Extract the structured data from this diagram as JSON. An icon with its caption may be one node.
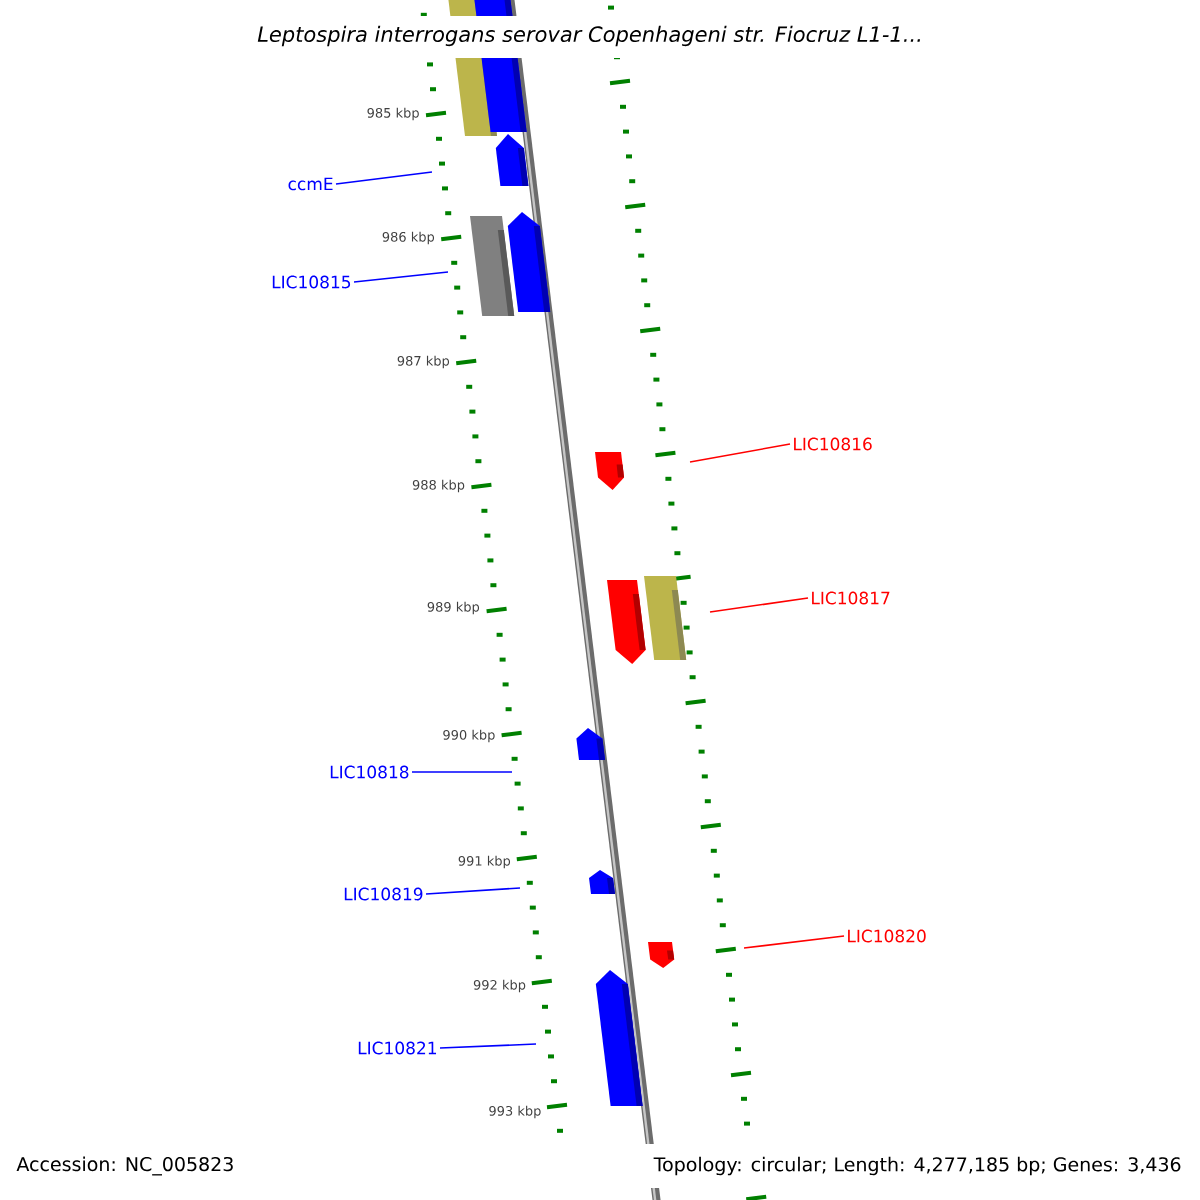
{
  "diagram": {
    "title": "*Leptospira interrogans* serovar Copenhageni str. Fiocruz L1-1...",
    "nodes": [
      {
        "text": [
          "ccmE"
        ]
      },
      {
        "text": [
          "LIC10815"
        ]
      },
      {
        "text": [
          "LIC10816"
        ]
      },
      {
        "text": [
          "LIC10817"
        ]
      },
      {
        "text": [
          "LIC10818"
        ]
      },
      {
        "text": [
          "LIC10819"
        ]
      },
      {
        "text": [
          "LIC10820"
        ]
      },
      {
        "text": [
          "LIC10821"
        ]
      }
    ],
    "edges": [
      {
        "from": 0,
        "to": null,
        "arrow": "none"
      },
      {
        "from": 1,
        "to": null,
        "arrow": "none"
      },
      {
        "from": 2,
        "to": null,
        "arrow": "none",
        "color": "#ff0000"
      },
      {
        "from": 3,
        "to": null,
        "arrow": "none",
        "color": "#ff0000"
      },
      {
        "from": 4,
        "to": null,
        "arrow": "none"
      },
      {
        "from": 5,
        "to": null,
        "arrow": "none"
      },
      {
        "from": 6,
        "to": null,
        "arrow": "none",
        "color": "#ff0000"
      },
      {
        "from": 7,
        "to": null,
        "arrow": "none"
      }
    ],
    "labels": [
      "985 kbp",
      "986 kbp",
      "987 kbp",
      "988 kbp",
      "989 kbp",
      "990 kbp",
      "991 kbp",
      "992 kbp",
      "993 kbp",
      "Accession: NC_005823",
      "Topology: circular; Length: 4,277,185 bp; Genes: 3,436"
    ]
  }
}
